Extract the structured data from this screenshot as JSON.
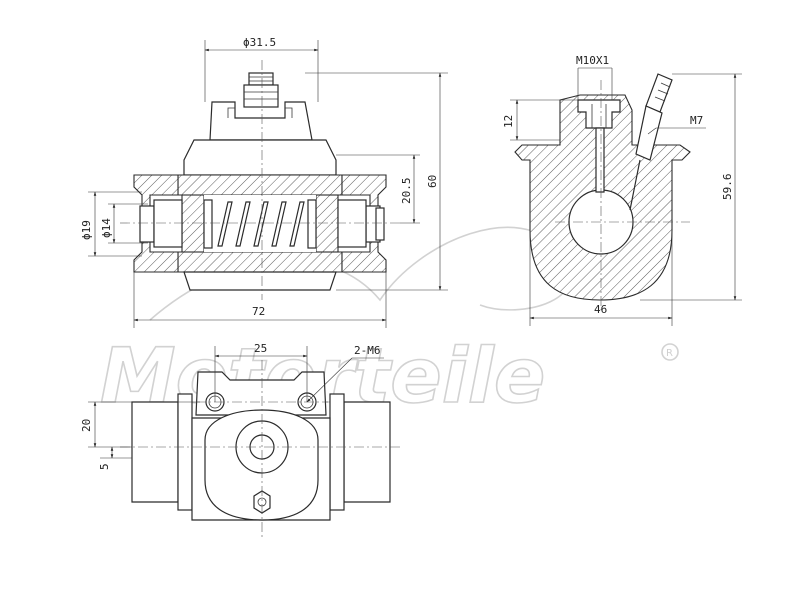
{
  "watermark": {
    "brand": "Motorteile",
    "registered": "R"
  },
  "views": {
    "section_view": {
      "dims": {
        "bore_outer": "ϕ31.5",
        "height_total": "60",
        "height_upper": "20.5",
        "diameter_19": "ϕ19",
        "diameter_14": "ϕ14",
        "length": "72"
      }
    },
    "side_view": {
      "dims": {
        "thread_top": "M10X1",
        "height_12": "12",
        "bleeder_thread": "M7",
        "height_59": "59.6",
        "width": "46"
      }
    },
    "bottom_view": {
      "dims": {
        "hole_spacing": "25",
        "mount_holes": "2-M6",
        "height_20": "20",
        "offset_5": "5"
      }
    }
  }
}
